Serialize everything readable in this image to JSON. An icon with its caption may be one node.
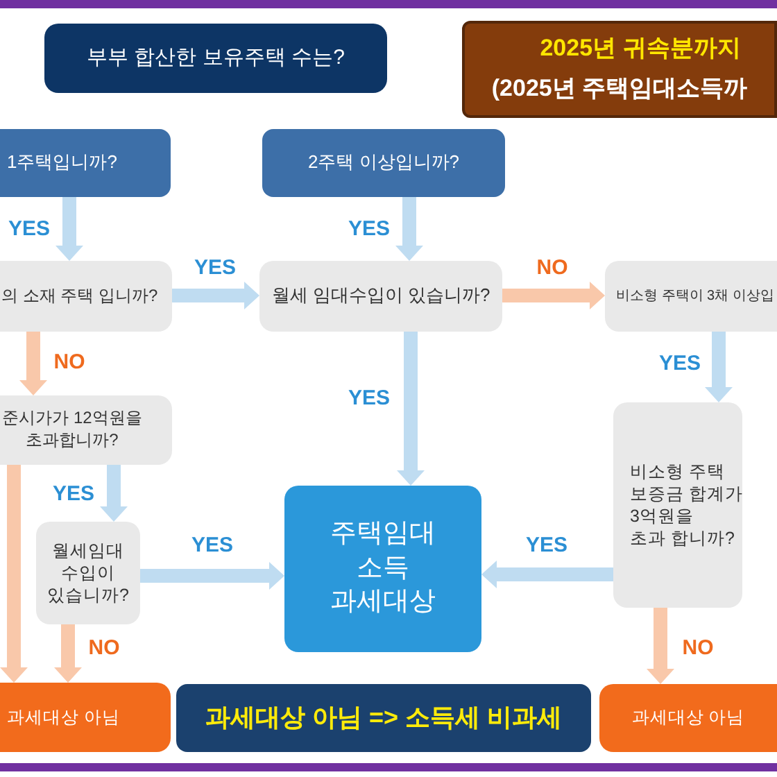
{
  "diagram": {
    "nodes": [
      {
        "text": [
          "부부 합산한 보유주택 수는?"
        ]
      },
      {
        "text": [
          "2025년 귀속분까지",
          "(2025년 주택임대소득까"
        ]
      },
      {
        "text": [
          "1주택입니까?"
        ]
      },
      {
        "text": [
          "2주택 이상입니까?"
        ]
      },
      {
        "text": [
          "의 소재 주택 입니까?"
        ]
      },
      {
        "text": [
          "월세 임대수입이 있습니까?"
        ]
      },
      {
        "text": [
          "비소형 주택이 3채 이상입"
        ]
      },
      {
        "text": [
          "준시가가 12억원을 초과합니까?"
        ]
      },
      {
        "text": [
          "월세임대 수입이 있습니까?"
        ]
      },
      {
        "text": [
          "주택임대 소득 과세대상"
        ]
      },
      {
        "text": [
          "비소형 주택 보증금 합계가 3억원을 초과 합니까?"
        ]
      },
      {
        "text": [
          "과세대상 아님"
        ]
      },
      {
        "text": [
          "과세대상 아님 => 소득세 비과세"
        ]
      },
      {
        "text": [
          "과세대상 아님"
        ]
      }
    ],
    "edges": [
      {
        "from": 2,
        "to": 4,
        "arrow": "to",
        "label": "YES"
      },
      {
        "from": 3,
        "to": 5,
        "arrow": "to",
        "label": "YES"
      },
      {
        "from": 4,
        "to": 5,
        "arrow": "to",
        "label": "YES"
      },
      {
        "from": 5,
        "to": 6,
        "arrow": "to",
        "label": "NO",
        "color": "#f9c8aa"
      },
      {
        "from": 4,
        "to": 7,
        "arrow": "to",
        "label": "NO",
        "color": "#f9c8aa"
      },
      {
        "from": 5,
        "to": 9,
        "arrow": "to",
        "label": "YES"
      },
      {
        "from": 6,
        "to": 10,
        "arrow": "to",
        "label": "YES"
      },
      {
        "from": 7,
        "to": 11,
        "arrow": "to",
        "color": "#f9c8aa"
      },
      {
        "from": 7,
        "to": 8,
        "arrow": "to",
        "label": "YES"
      },
      {
        "from": 8,
        "to": 9,
        "arrow": "to",
        "label": "YES"
      },
      {
        "from": 10,
        "to": 9,
        "arrow": "to",
        "label": "YES"
      },
      {
        "from": 8,
        "to": 11,
        "arrow": "to",
        "label": "NO",
        "color": "#f9c8aa"
      },
      {
        "from": 10,
        "to": 13,
        "arrow": "to",
        "label": "NO",
        "color": "#f9c8aa"
      }
    ]
  }
}
